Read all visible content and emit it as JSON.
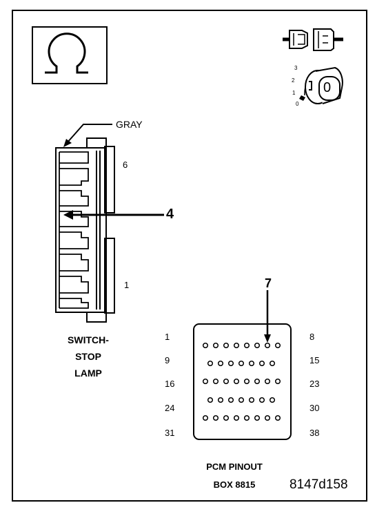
{
  "connector": {
    "wire_color": "GRAY",
    "pin_top": "6",
    "pin_bottom": "1",
    "callout_arrow": "4",
    "name_line1": "SWITCH-",
    "name_line2": "STOP",
    "name_line3": "LAMP"
  },
  "ignition": {
    "positions": [
      "3",
      "2",
      "1",
      "0"
    ],
    "key_label": "0"
  },
  "pcm": {
    "callout_arrow": "7",
    "left_pins": [
      "1",
      "9",
      "16",
      "24",
      "31"
    ],
    "right_pins": [
      "8",
      "15",
      "23",
      "30",
      "38"
    ],
    "caption_line1": "PCM PINOUT",
    "caption_line2": "BOX 8815"
  },
  "figure_id": "8147d158"
}
